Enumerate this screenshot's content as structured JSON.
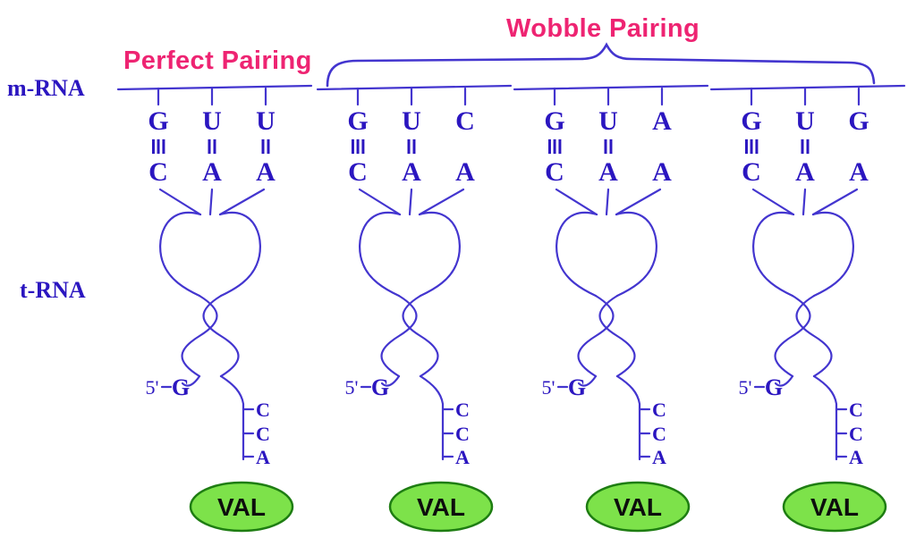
{
  "titles": {
    "perfect": "Perfect Pairing",
    "wobble": "Wobble Pairing"
  },
  "labels": {
    "mrna": "m-RNA",
    "trna": "t-RNA"
  },
  "colors": {
    "ink_blue": "#2b16c0",
    "line_blue": "#4335cf",
    "title_pink": "#ee2472",
    "amino_fill_green": "#7de24a",
    "amino_stroke_green": "#1e7d12",
    "amino_text": "#0d0d0d"
  },
  "diagrams": [
    {
      "name": "perfect-pairing",
      "codon": [
        "G",
        "U",
        "U"
      ],
      "anticodon": [
        "C",
        "A",
        "A"
      ],
      "bonds": [
        "≡",
        "=",
        "="
      ],
      "five_prime": "5'",
      "five_prime_base": "G",
      "acceptor_bases": [
        "C",
        "C",
        "A"
      ],
      "amino_acid": "VAL"
    },
    {
      "name": "wobble-pairing-1",
      "codon": [
        "G",
        "U",
        "C"
      ],
      "anticodon": [
        "C",
        "A",
        "A"
      ],
      "bonds": [
        "≡",
        "=",
        ""
      ],
      "five_prime": "5'",
      "five_prime_base": "G",
      "acceptor_bases": [
        "C",
        "C",
        "A"
      ],
      "amino_acid": "VAL"
    },
    {
      "name": "wobble-pairing-2",
      "codon": [
        "G",
        "U",
        "A"
      ],
      "anticodon": [
        "C",
        "A",
        "A"
      ],
      "bonds": [
        "≡",
        "=",
        ""
      ],
      "five_prime": "5'",
      "five_prime_base": "G",
      "acceptor_bases": [
        "C",
        "C",
        "A"
      ],
      "amino_acid": "VAL"
    },
    {
      "name": "wobble-pairing-3",
      "codon": [
        "G",
        "U",
        "G"
      ],
      "anticodon": [
        "C",
        "A",
        "A"
      ],
      "bonds": [
        "≡",
        "=",
        ""
      ],
      "five_prime": "5'",
      "five_prime_base": "G",
      "acceptor_bases": [
        "C",
        "C",
        "A"
      ],
      "amino_acid": "VAL"
    }
  ]
}
